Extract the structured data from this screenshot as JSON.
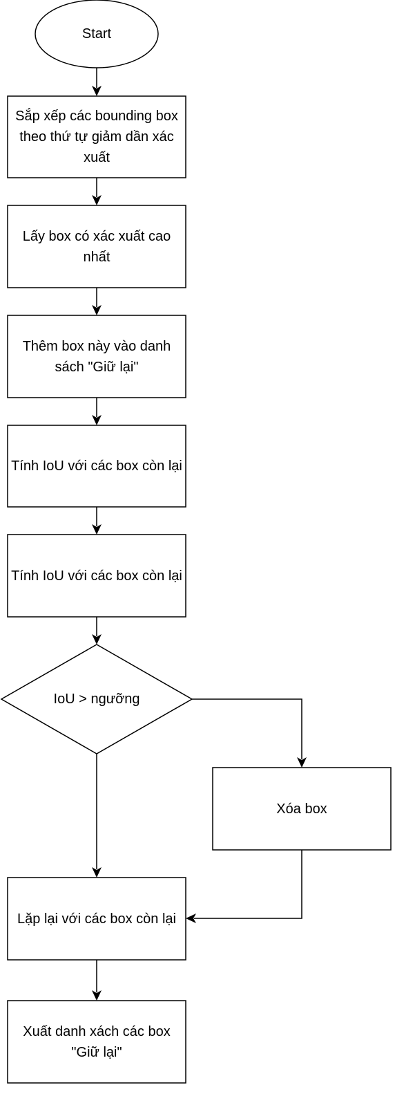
{
  "nodes": {
    "start": "Start",
    "sort": "Sắp xếp các bounding box theo thứ tự giảm dần xác xuất",
    "take": "Lấy box có xác xuất cao nhất",
    "add": "Thêm box này vào danh sách \"Giữ lại\"",
    "iou1": "Tính IoU với các box còn lại",
    "iou2": "Tính IoU với các box còn lại",
    "decision": "IoU > ngưỡng",
    "delete": "Xóa box",
    "repeat": "Lặp lại với các box còn lại",
    "output": "Xuất danh xách các box \"Giữ lại\""
  },
  "colors": {
    "stroke": "#000000",
    "fill": "#ffffff"
  }
}
